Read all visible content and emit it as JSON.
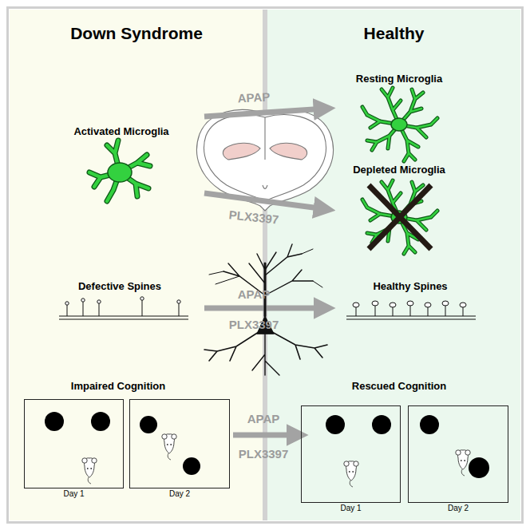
{
  "diagram": {
    "nodes": [
      {
        "text": [
          "Down Syndrome"
        ]
      },
      {
        "text": [
          "Healthy"
        ]
      },
      {
        "text": [
          "Day 1"
        ],
        "in": 0
      },
      {
        "text": [
          "Day 2"
        ],
        "in": 0
      },
      {
        "text": [
          "Day 1"
        ],
        "in": 1
      },
      {
        "text": [
          "Day 2"
        ],
        "in": 1
      }
    ],
    "labels": [
      "Resting Microglia",
      "Activated Microglia",
      "APAP",
      "Depleted Microglia",
      "PLX3397",
      "Defective Spines",
      "Healthy Spines",
      "APAP",
      "PLX3397",
      "Impaired Cognition",
      "Rescued Cognition",
      "APAP",
      "PLX3397"
    ]
  }
}
